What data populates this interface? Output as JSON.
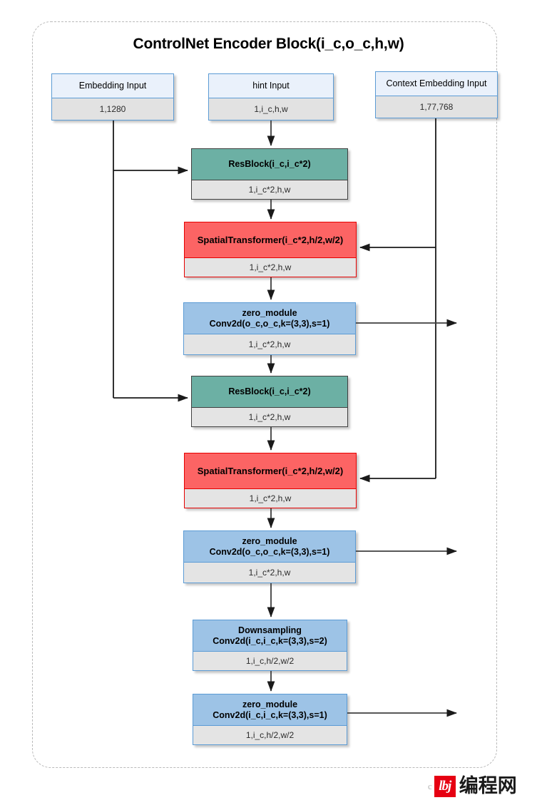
{
  "diagram": {
    "title": "ControlNet Encoder Block(i_c,o_c,h,w)",
    "inputs": [
      {
        "label": "Embedding Input",
        "shape": "1,1280"
      },
      {
        "label": "hint Input",
        "shape": "1,i_c,h,w"
      },
      {
        "label": "Context Embedding Input",
        "shape": "1,77,768"
      }
    ],
    "blocks": [
      {
        "line1": "ResBlock(i_c,i_c*2)",
        "line2": "",
        "shape": "1,i_c*2,h,w",
        "kind": "resblock"
      },
      {
        "line1": "SpatialTransformer(i_c*2,h/2,w/2)",
        "line2": "",
        "shape": "1,i_c*2,h,w",
        "kind": "spatial-transformer"
      },
      {
        "line1": "zero_module",
        "line2": "Conv2d(o_c,o_c,k=(3,3),s=1)",
        "shape": "1,i_c*2,h,w",
        "kind": "zero-module"
      },
      {
        "line1": "ResBlock(i_c,i_c*2)",
        "line2": "",
        "shape": "1,i_c*2,h,w",
        "kind": "resblock"
      },
      {
        "line1": "SpatialTransformer(i_c*2,h/2,w/2)",
        "line2": "",
        "shape": "1,i_c*2,h,w",
        "kind": "spatial-transformer"
      },
      {
        "line1": "zero_module",
        "line2": "Conv2d(o_c,o_c,k=(3,3),s=1)",
        "shape": "1,i_c*2,h,w",
        "kind": "zero-module"
      },
      {
        "line1": "Downsampling",
        "line2": "Conv2d(i_c,i_c,k=(3,3),s=2)",
        "shape": "1,i_c,h/2,w/2",
        "kind": "downsampling"
      },
      {
        "line1": "zero_module",
        "line2": "Conv2d(i_c,i_c,k=(3,3),s=1)",
        "shape": "1,i_c,h/2,w/2",
        "kind": "zero-module"
      }
    ],
    "colors": {
      "resblock_header": "#6cb0a4",
      "transformer_header": "#fc6464",
      "conv_header": "#9dc3e6",
      "input_header": "#eaf1fb",
      "shape_band": "#e4e4e4",
      "frame_border": "#b9b9b9"
    }
  },
  "watermark": {
    "prefix": "c",
    "mark": "lbj",
    "text": "编程网"
  }
}
